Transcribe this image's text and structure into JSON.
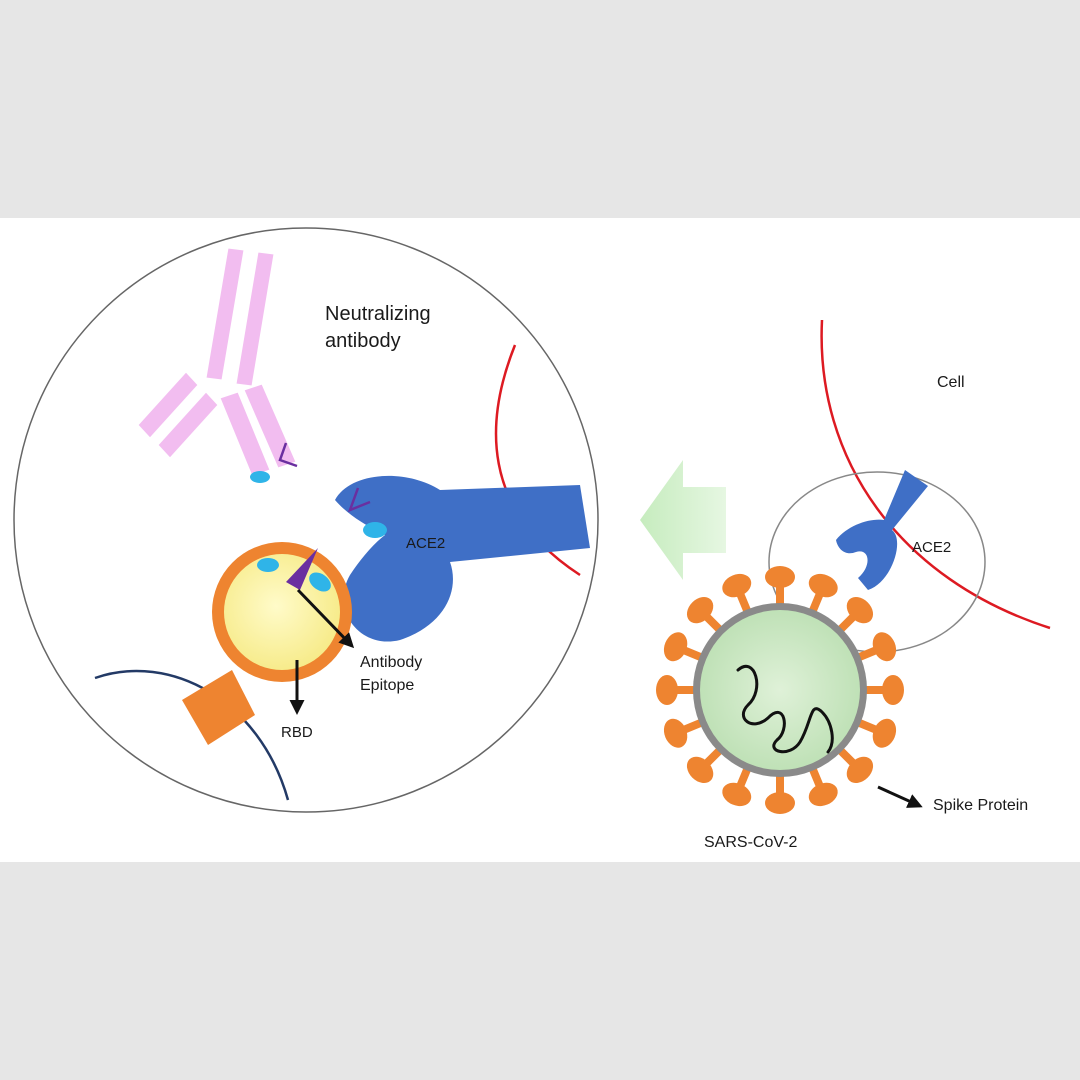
{
  "labels": {
    "neutralizing_antibody": [
      "Neutralizing",
      "antibody"
    ],
    "ace2_zoom": "ACE2",
    "antibody_epitope": [
      "Antibody",
      "Epitope"
    ],
    "rbd": "RBD",
    "cell": "Cell",
    "ace2_small": "ACE2",
    "spike_protein": "Spike Protein",
    "virus": "SARS-CoV-2"
  },
  "colors": {
    "background": "#e6e6e6",
    "panel": "#ffffff",
    "antibody": "#f2bdf0",
    "epitope_blue": "#2fb4e8",
    "epitope_purple": "#6a2fa0",
    "ace2": "#3f6fc6",
    "cell_membrane": "#dd1a22",
    "rbd_outer": "#ee8430",
    "rbd_inner": "#fdf7a8",
    "virus_body": "#cfe8c7",
    "virus_envelope": "#8a8a8a",
    "spike": "#ee8430",
    "arrow_green": "#d3f0cc",
    "viral_membrane": "#233a66"
  }
}
